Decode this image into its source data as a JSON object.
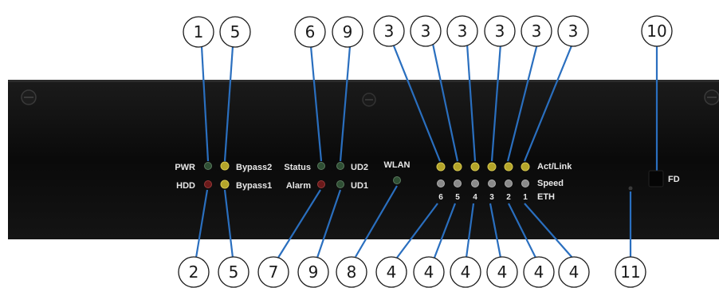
{
  "panel": {
    "left_labels": [
      "PWR",
      "HDD"
    ],
    "bypass_labels": [
      "Bypass2",
      "Bypass1"
    ],
    "status_labels": [
      "Status",
      "Alarm"
    ],
    "ud_labels": [
      "UD2",
      "UD1"
    ],
    "wlan_label": "WLAN",
    "actlink_label": "Act/Link",
    "speed_label": "Speed",
    "eth_label": "ETH",
    "port_numbers": [
      "6",
      "5",
      "4",
      "3",
      "2",
      "1"
    ],
    "fd_label": "FD"
  },
  "colors": {
    "led_green": "#2f4f34",
    "led_red": "#6a1a1a",
    "led_yellow": "#b4a52a",
    "led_gray": "#8a8a8a",
    "callout_line": "#2a6fbf",
    "panel": "#0b0b0b"
  },
  "callouts": {
    "top": [
      "1",
      "5",
      "6",
      "9",
      "3",
      "3",
      "3",
      "3",
      "3",
      "3",
      "10"
    ],
    "bottom": [
      "2",
      "5",
      "7",
      "9",
      "8",
      "4",
      "4",
      "4",
      "4",
      "4",
      "4",
      "11"
    ]
  }
}
